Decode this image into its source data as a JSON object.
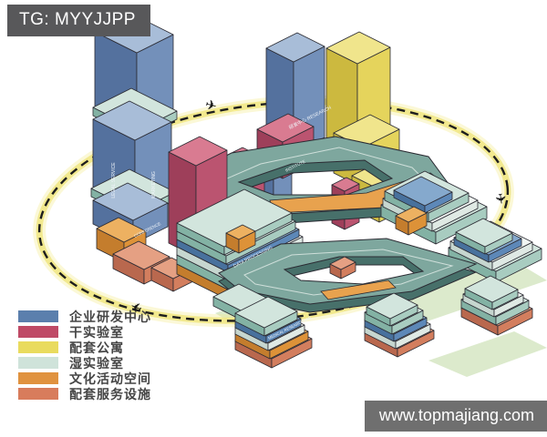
{
  "header": {
    "tag_label": "TG: MYYJJPP"
  },
  "watermark": {
    "url": "www.topmajiang.com"
  },
  "legend": {
    "items": [
      {
        "label": "企业研发中心",
        "color": "#5b7fad"
      },
      {
        "label": "干实验室",
        "color": "#bf4a66"
      },
      {
        "label": "配套公寓",
        "color": "#e9db5e"
      },
      {
        "label": "湿实验室",
        "color": "#cfe3da"
      },
      {
        "label": "文化活动空间",
        "color": "#e0923f"
      },
      {
        "label": "配套服务设施",
        "color": "#d87c5c"
      }
    ]
  },
  "diagram": {
    "plane_glyph": "✈",
    "building_labels": {
      "research": "研发中心 RESEARCH",
      "institute": "INSTITUTE",
      "conference": "CONFERENCE",
      "marketing": "MARKETING",
      "legal_service": "LEGAL SERVICE",
      "data_processing": "DATA PROCESSING",
      "medical_lab": "MEDICAL RESEARCH LAB"
    }
  }
}
